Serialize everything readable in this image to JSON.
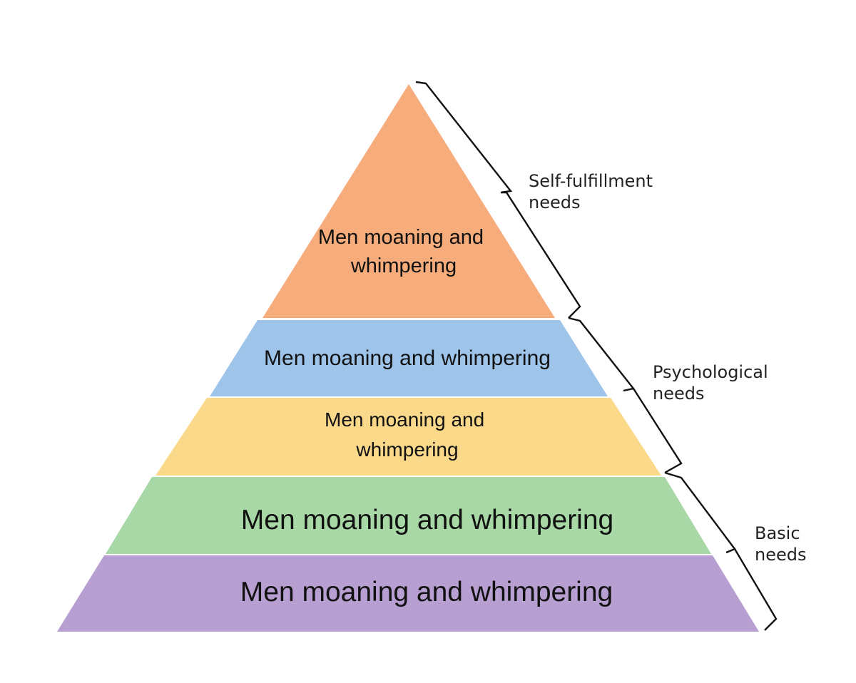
{
  "pyramid": {
    "tiers": [
      {
        "lines": [
          "Men moaning and",
          "whimpering"
        ],
        "color": "#f6ad7b"
      },
      {
        "lines": [
          "Men moaning and whimpering"
        ],
        "color": "#9fc4ea"
      },
      {
        "lines": [
          "Men moaning and",
          "whimpering"
        ],
        "color": "#fbd98b"
      },
      {
        "lines": [
          "Men moaning and whimpering"
        ],
        "color": "#a8d8a6"
      },
      {
        "lines": [
          "Men moaning and whimpering"
        ],
        "color": "#b89fd2"
      }
    ]
  },
  "groups": [
    {
      "lines": [
        "Self-fulfillment",
        "needs"
      ]
    },
    {
      "lines": [
        "Psychological",
        "needs"
      ]
    },
    {
      "lines": [
        "Basic",
        "needs"
      ]
    }
  ]
}
